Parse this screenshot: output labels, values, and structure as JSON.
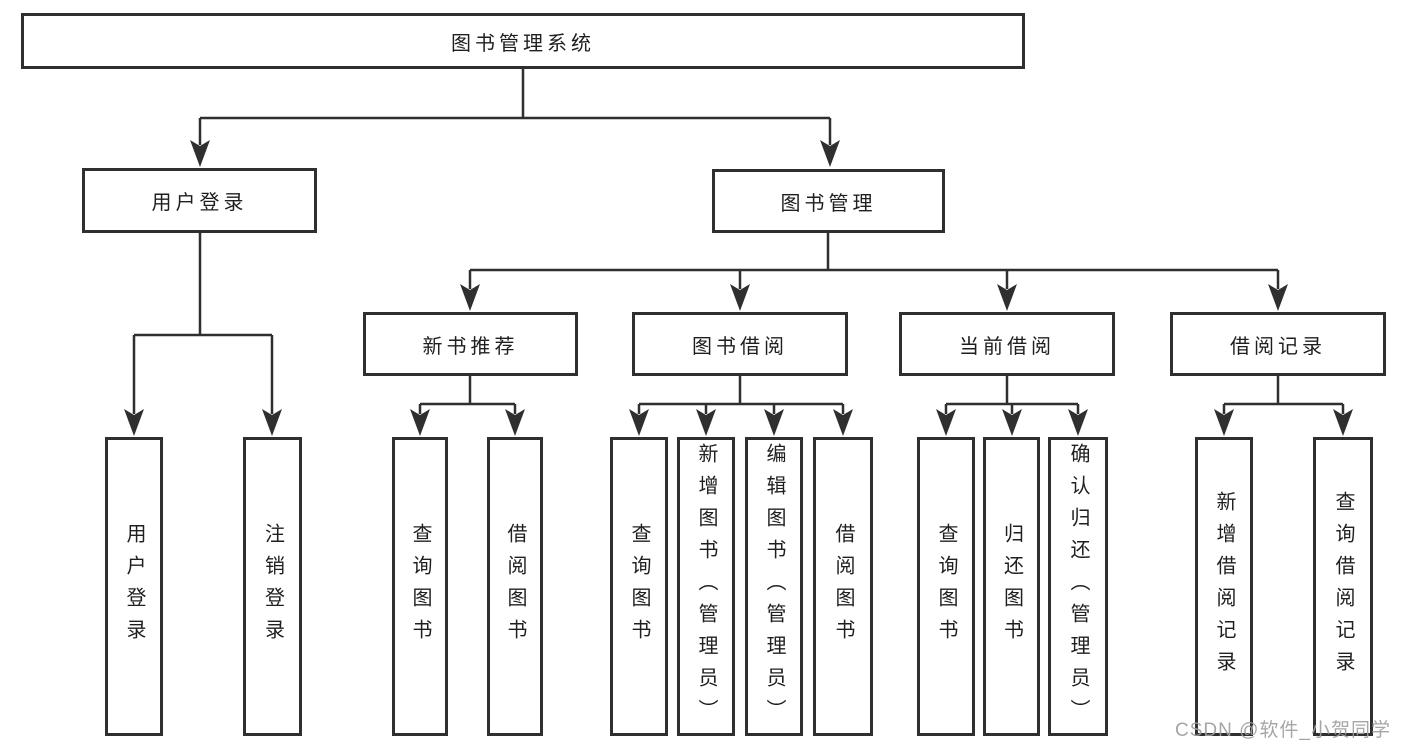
{
  "nodes": {
    "root": "图书管理系统",
    "level2": [
      "用户登录",
      "图书管理"
    ],
    "level3": [
      "新书推荐",
      "图书借阅",
      "当前借阅",
      "借阅记录"
    ],
    "leaves": [
      "用户登录",
      "注销登录",
      "查询图书",
      "借阅图书",
      "查询图书",
      "新增图书（管理员）",
      "编辑图书（管理员）",
      "借阅图书",
      "查询图书",
      "归还图书",
      "确认归还（管理员）",
      "新增借阅记录",
      "查询借阅记录"
    ]
  },
  "watermark": {
    "text": "CSDN @软件_小贺同学"
  },
  "colors": {
    "line": "#2f2f2f",
    "text": "#1f1f1f",
    "watermark": "#9e9e9e",
    "background": "#ffffff"
  }
}
